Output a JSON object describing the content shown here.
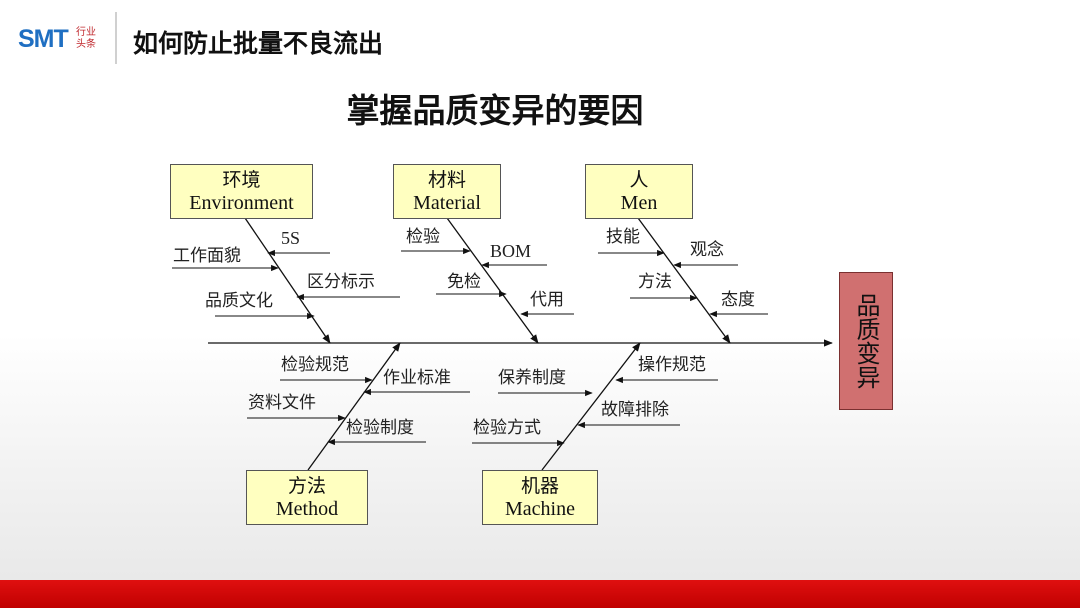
{
  "header": {
    "logo_text": "SMT",
    "logo_sub_line1": "行业",
    "logo_sub_line2": "头条",
    "title": "如何防止批量不良流出"
  },
  "main_title": "掌握品质变异的要因",
  "diagram": {
    "effect": "品质变异",
    "categories": {
      "environment": {
        "zh": "环境",
        "en": "Environment",
        "causes": [
          "5S",
          "工作面貌",
          "区分标示",
          "品质文化"
        ]
      },
      "material": {
        "zh": "材料",
        "en": "Material",
        "causes": [
          "检验",
          "BOM",
          "免检",
          "代用"
        ]
      },
      "men": {
        "zh": "人",
        "en": "Men",
        "causes": [
          "技能",
          "观念",
          "方法",
          "态度"
        ]
      },
      "method": {
        "zh": "方法",
        "en": "Method",
        "causes": [
          "检验规范",
          "作业标准",
          "资料文件",
          "检验制度"
        ]
      },
      "machine": {
        "zh": "机器",
        "en": "Machine",
        "causes": [
          "保养制度",
          "操作规范",
          "故障排除",
          "检验方式"
        ]
      }
    }
  },
  "colors": {
    "category_box": "#ffffc0",
    "effect_box": "#d07070",
    "bottom_bar": "#c00000",
    "logo": "#1f6fc2"
  }
}
